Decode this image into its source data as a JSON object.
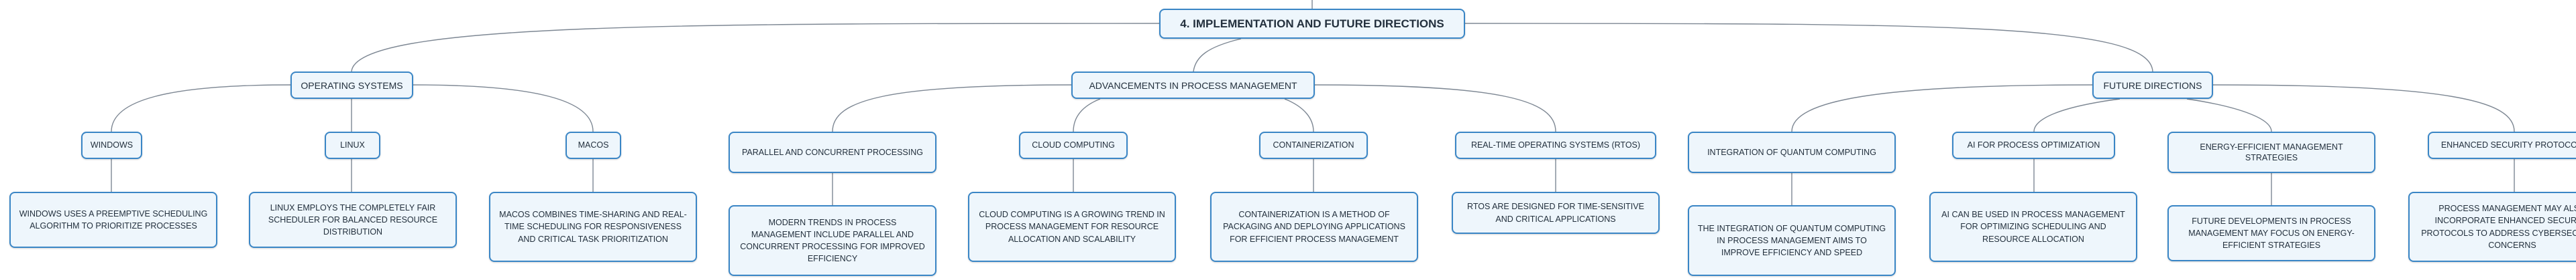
{
  "diagram": {
    "type": "mindmap",
    "colors": {
      "node_fill": "#eef6fc",
      "node_border": "#3a86c6",
      "edge": "#7d8793",
      "text": "#23303d"
    },
    "root": "4. IMPLEMENTATION AND FUTURE DIRECTIONS",
    "branches": [
      {
        "label": "OPERATING SYSTEMS",
        "topics": [
          {
            "label": "WINDOWS",
            "description": "WINDOWS USES A PREEMPTIVE SCHEDULING ALGORITHM TO PRIORITIZE PROCESSES"
          },
          {
            "label": "LINUX",
            "description": "LINUX EMPLOYS THE COMPLETELY FAIR SCHEDULER FOR BALANCED RESOURCE DISTRIBUTION"
          },
          {
            "label": "MACOS",
            "description": "MACOS COMBINES TIME-SHARING AND REAL-TIME SCHEDULING FOR RESPONSIVENESS AND CRITICAL TASK PRIORITIZATION"
          }
        ]
      },
      {
        "label": "ADVANCEMENTS IN PROCESS MANAGEMENT",
        "topics": [
          {
            "label": "PARALLEL AND CONCURRENT PROCESSING",
            "description": "MODERN TRENDS IN PROCESS MANAGEMENT INCLUDE PARALLEL AND CONCURRENT PROCESSING FOR IMPROVED EFFICIENCY"
          },
          {
            "label": "CLOUD COMPUTING",
            "description": "CLOUD COMPUTING IS A GROWING TREND IN PROCESS MANAGEMENT FOR RESOURCE ALLOCATION AND SCALABILITY"
          },
          {
            "label": "CONTAINERIZATION",
            "description": "CONTAINERIZATION IS A METHOD OF PACKAGING AND DEPLOYING APPLICATIONS FOR EFFICIENT PROCESS MANAGEMENT"
          },
          {
            "label": "REAL-TIME OPERATING SYSTEMS (RTOS)",
            "description": "RTOS ARE DESIGNED FOR TIME-SENSITIVE AND CRITICAL APPLICATIONS"
          }
        ]
      },
      {
        "label": "FUTURE DIRECTIONS",
        "topics": [
          {
            "label": "INTEGRATION OF QUANTUM COMPUTING",
            "description": "THE INTEGRATION OF QUANTUM COMPUTING IN PROCESS MANAGEMENT AIMS TO IMPROVE EFFICIENCY AND SPEED"
          },
          {
            "label": "AI FOR PROCESS OPTIMIZATION",
            "description": "AI CAN BE USED IN PROCESS MANAGEMENT FOR OPTIMIZING SCHEDULING AND RESOURCE ALLOCATION"
          },
          {
            "label": "ENERGY-EFFICIENT MANAGEMENT STRATEGIES",
            "description": "FUTURE DEVELOPMENTS IN PROCESS MANAGEMENT MAY FOCUS ON ENERGY-EFFICIENT STRATEGIES"
          },
          {
            "label": "ENHANCED SECURITY PROTOCOLS",
            "description": "PROCESS MANAGEMENT MAY ALSO INCORPORATE ENHANCED SECURITY PROTOCOLS TO ADDRESS CYBERSECURITY CONCERNS"
          }
        ]
      }
    ]
  }
}
